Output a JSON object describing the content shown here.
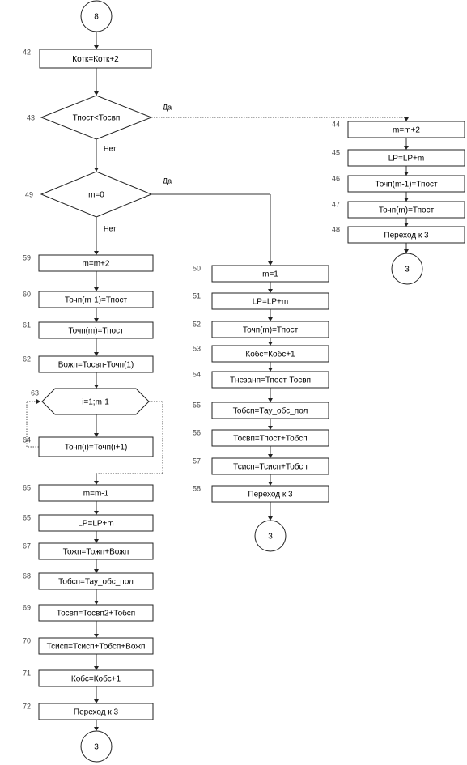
{
  "connectors": [
    {
      "id": "c-top",
      "label": "8"
    },
    {
      "id": "c-right",
      "label": "3"
    },
    {
      "id": "c-mid",
      "label": "3"
    },
    {
      "id": "c-bottom",
      "label": "3"
    }
  ],
  "decisions": [
    {
      "id": "d43",
      "num": "43",
      "text": "Тпост<Тосвп",
      "yes": "Да",
      "no": "Нет"
    },
    {
      "id": "d49",
      "num": "49",
      "text": "m=0",
      "yes": "Да",
      "no": "Нет"
    }
  ],
  "loop": {
    "id": "l63",
    "num": "63",
    "text": "i=1;m-1"
  },
  "steps": [
    {
      "id": "s42",
      "num": "42",
      "text": "Котк=Котк+2"
    },
    {
      "id": "s44",
      "num": "44",
      "text": "m=m+2"
    },
    {
      "id": "s45",
      "num": "45",
      "text": "LP=LP+m"
    },
    {
      "id": "s46",
      "num": "46",
      "text": "Точп(m-1)=Тпост"
    },
    {
      "id": "s47",
      "num": "47",
      "text": "Точп(m)=Тпост"
    },
    {
      "id": "s48",
      "num": "48",
      "text": "Переход к 3"
    },
    {
      "id": "s59",
      "num": "59",
      "text": "m=m+2"
    },
    {
      "id": "s60",
      "num": "60",
      "text": "Точп(m-1)=Тпост"
    },
    {
      "id": "s61",
      "num": "61",
      "text": "Точп(m)=Тпост"
    },
    {
      "id": "s62",
      "num": "62",
      "text": "Вожп=Тосвп-Точп(1)"
    },
    {
      "id": "s64",
      "num": "64",
      "text": "Точп(i)=Точп(i+1)"
    },
    {
      "id": "s65a",
      "num": "65",
      "text": "m=m-1"
    },
    {
      "id": "s65b",
      "num": "65",
      "text": "LP=LP+m"
    },
    {
      "id": "s67",
      "num": "67",
      "text": "Тожп=Тожп+Вожп"
    },
    {
      "id": "s68",
      "num": "68",
      "text": "Тобсп=Тау_обс_пол"
    },
    {
      "id": "s69",
      "num": "69",
      "text": "Тосвп=Тосвп2+Тобсп"
    },
    {
      "id": "s70",
      "num": "70",
      "text": "Тсисп=Тсисп+Тобсп+Вожп"
    },
    {
      "id": "s71",
      "num": "71",
      "text": "Кобс=Кобс+1"
    },
    {
      "id": "s72",
      "num": "72",
      "text": "Переход к 3"
    },
    {
      "id": "s50",
      "num": "50",
      "text": "m=1"
    },
    {
      "id": "s51",
      "num": "51",
      "text": "LP=LP+m"
    },
    {
      "id": "s52",
      "num": "52",
      "text": "Точп(m)=Тпост"
    },
    {
      "id": "s53",
      "num": "53",
      "text": "Кобс=Кобс+1"
    },
    {
      "id": "s54",
      "num": "54",
      "text": "Тнезанп=Тпост-Тосвп"
    },
    {
      "id": "s55",
      "num": "55",
      "text": "Тобсп=Тау_обс_пол"
    },
    {
      "id": "s56",
      "num": "56",
      "text": "Тосвп=Тпост+Тобсп"
    },
    {
      "id": "s57",
      "num": "57",
      "text": "Тсисп=Тсисп+Тобсп"
    },
    {
      "id": "s58",
      "num": "58",
      "text": "Переход к 3"
    }
  ]
}
